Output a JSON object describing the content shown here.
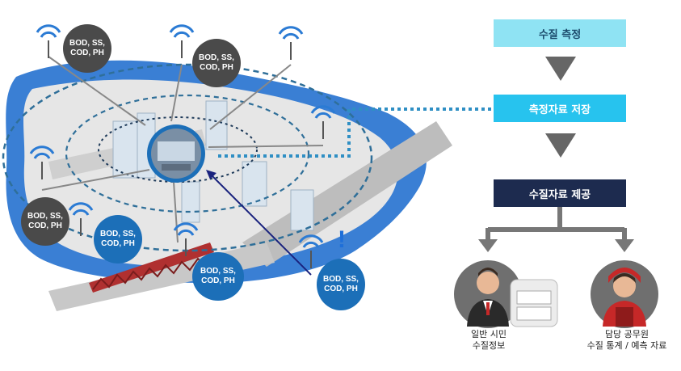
{
  "sensors": [
    {
      "id": "s1",
      "lines": [
        "BOD, SS,",
        "COD, PH"
      ],
      "style": "dark"
    },
    {
      "id": "s2",
      "lines": [
        "BOD, SS,",
        "COD, PH"
      ],
      "style": "dark"
    },
    {
      "id": "s3",
      "lines": [
        "BOD, SS,",
        "COD, PH"
      ],
      "style": "dark"
    },
    {
      "id": "s4",
      "lines": [
        "BOD, SS,",
        "COD, PH"
      ],
      "style": "blue"
    },
    {
      "id": "s5",
      "lines": [
        "BOD, SS,",
        "COD, PH"
      ],
      "style": "blue"
    },
    {
      "id": "s6",
      "lines": [
        "BOD, SS,",
        "COD, PH"
      ],
      "style": "blue"
    }
  ],
  "alert_mark": "!",
  "flow": {
    "step1": "수질 측정",
    "step2": "측정자료 저장",
    "step3": "수질자료 제공"
  },
  "roles": {
    "citizen_line1": "일반 시민",
    "citizen_line2": "수질정보",
    "official_line1": "담당 공무원",
    "official_line2": "수질 통계 / 예측 자료"
  },
  "colors": {
    "step1": "#8fe3f3",
    "step2": "#27c3ee",
    "step3": "#1d2b4f",
    "arrow_gray": "#666666",
    "dashed_blue": "#2f8fc4",
    "sensor_dark": "#4a4a4a",
    "sensor_blue": "#1c6fb8"
  }
}
